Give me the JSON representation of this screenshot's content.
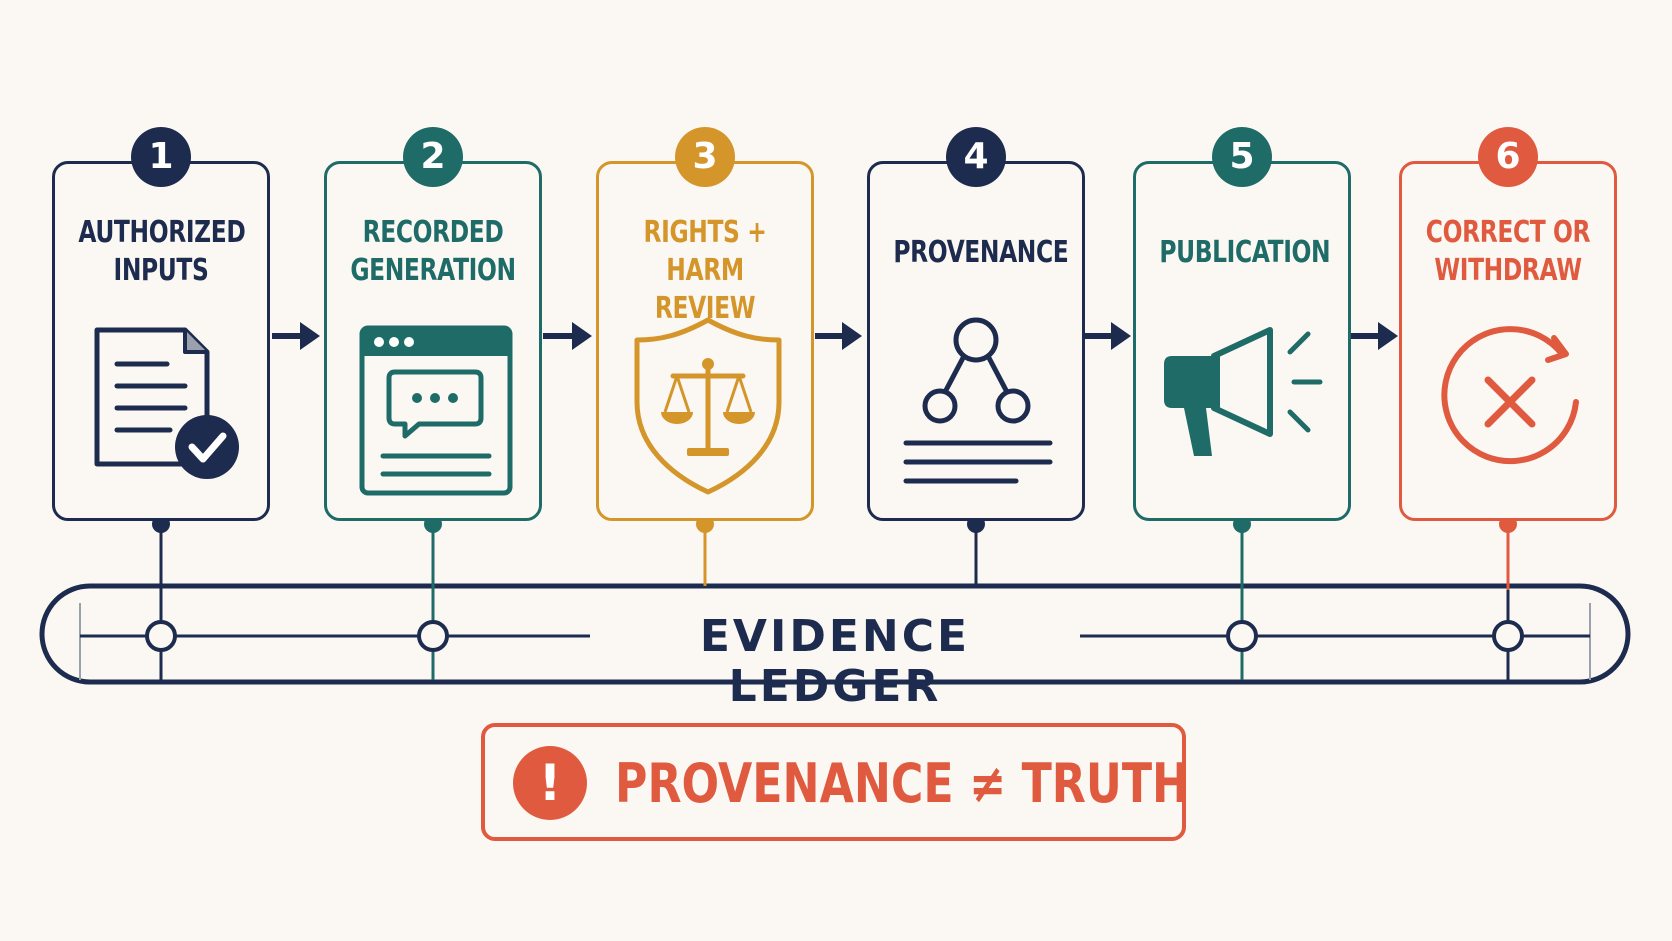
{
  "colors": {
    "navy": "#1d2b4e",
    "teal": "#1e6b68",
    "gold": "#d4952a",
    "red": "#e05a3f",
    "background": "#fbf8f3"
  },
  "steps": [
    {
      "number": "1",
      "title": "AUTHORIZED INPUTS",
      "color": "#1d2b4e",
      "icon": "document-check-icon"
    },
    {
      "number": "2",
      "title": "RECORDED GENERATION",
      "color": "#1e6b68",
      "icon": "browser-chat-icon"
    },
    {
      "number": "3",
      "title": "RIGHTS + HARM REVIEW",
      "color": "#d4952a",
      "icon": "shield-scales-icon"
    },
    {
      "number": "4",
      "title": "PROVENANCE",
      "color": "#1d2b4e",
      "icon": "graph-nodes-icon"
    },
    {
      "number": "5",
      "title": "PUBLICATION",
      "color": "#1e6b68",
      "icon": "megaphone-icon"
    },
    {
      "number": "6",
      "title": "CORRECT OR WITHDRAW",
      "color": "#e05a3f",
      "icon": "cancel-cycle-icon"
    }
  ],
  "ledger": {
    "label": "EVIDENCE LEDGER"
  },
  "warning": {
    "icon_glyph": "!",
    "text": "PROVENANCE ≠ TRUTH"
  }
}
